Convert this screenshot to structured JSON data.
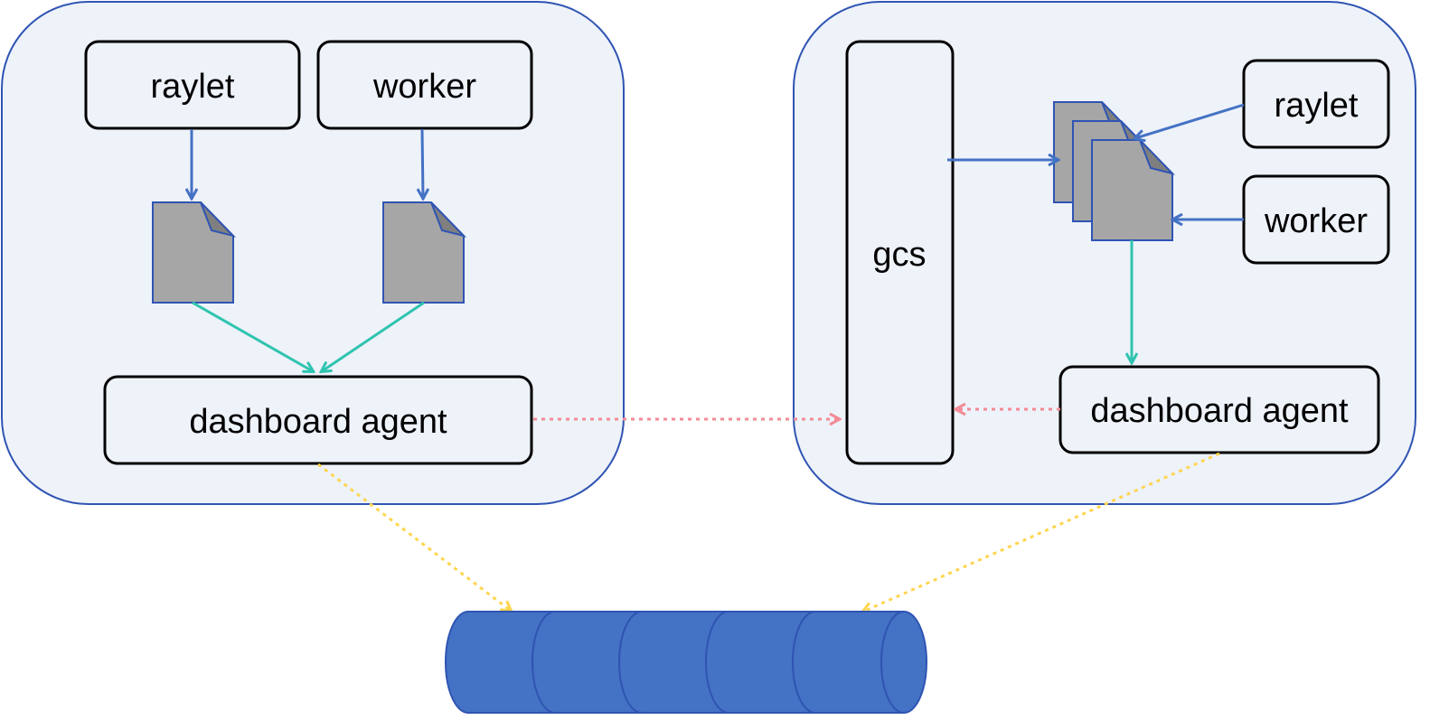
{
  "nodes": {
    "left": {
      "raylet": "raylet",
      "worker": "worker",
      "dashboard_agent": "dashboard agent"
    },
    "right": {
      "gcs": "gcs",
      "raylet": "raylet",
      "worker": "worker",
      "dashboard_agent": "dashboard agent"
    }
  },
  "colors": {
    "node_group_fill": "#EEF2F9",
    "node_group_stroke": "#2F54B3",
    "box_fill": "#EEF2F9",
    "box_stroke": "#000000",
    "file_fill": "#A6A6A6",
    "file_stroke": "#2F54B3",
    "write_arrow": "#4472C4",
    "read_arrow": "#2EC4B0",
    "rpc_arrow": "#F28B96",
    "export_arrow": "#FFD54F",
    "storage_fill": "#4472C4"
  },
  "icons": {
    "log_file": "file-icon",
    "storage": "cylinder-storage-icon"
  }
}
